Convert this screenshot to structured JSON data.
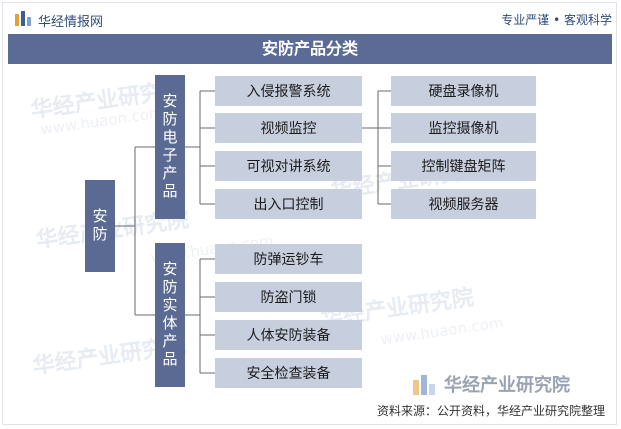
{
  "header": {
    "brand": "华经情报网",
    "tagline": "专业严谨 • 客观科学"
  },
  "title": "安防产品分类",
  "root": "安防",
  "branches": [
    {
      "label": "安防电子产品",
      "children": [
        "入侵报警系统",
        "视频监控",
        "可视对讲系统",
        "出入口控制"
      ]
    },
    {
      "label": "安防实体产品",
      "children": [
        "防弹运钞车",
        "防盗门锁",
        "人体安防装备",
        "安全检查装备"
      ]
    }
  ],
  "video_children": [
    "硬盘录像机",
    "监控摄像机",
    "控制键盘矩阵",
    "视频服务器"
  ],
  "watermark": {
    "cn": "华经产业研究院",
    "en": "www.huaon.com"
  },
  "footer": {
    "institute": "华经产业研究院",
    "source": "资料来源：公开资料，华经产业研究院整理"
  },
  "colors": {
    "title_bar": "#5b6b95",
    "primary_box": "#5b6a92",
    "leaf_box": "#c7cedd",
    "connector": "#6a6a6a"
  }
}
